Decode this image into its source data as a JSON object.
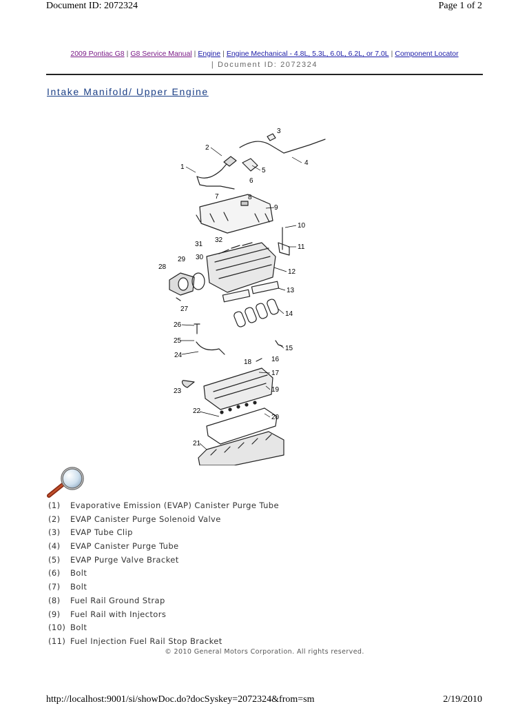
{
  "header": {
    "left": "Document ID: 2072324",
    "right": "Page 1 of 2"
  },
  "breadcrumb": {
    "items": [
      "2009 Pontiac G8",
      "G8 Service Manual",
      "Engine",
      "Engine Mechanical - 4.8L, 5.3L, 6.0L, 6.2L, or 7.0L",
      "Component Locator"
    ],
    "separator": "|",
    "document_id": "| Document ID: 2072324"
  },
  "title": "Intake Manifold/ Upper Engine",
  "callouts": [
    "1",
    "2",
    "3",
    "4",
    "5",
    "6",
    "7",
    "8",
    "9",
    "10",
    "11",
    "12",
    "13",
    "14",
    "15",
    "16",
    "17",
    "18",
    "19",
    "20",
    "21",
    "22",
    "23",
    "24",
    "25",
    "26",
    "27",
    "28",
    "29",
    "30",
    "31",
    "32"
  ],
  "legend": [
    {
      "num": "(1)",
      "text": "Evaporative Emission (EVAP) Canister Purge Tube"
    },
    {
      "num": "(2)",
      "text": "EVAP Canister Purge Solenoid Valve"
    },
    {
      "num": "(3)",
      "text": "EVAP Tube Clip"
    },
    {
      "num": "(4)",
      "text": "EVAP Canister Purge Tube"
    },
    {
      "num": "(5)",
      "text": "EVAP Purge Valve Bracket"
    },
    {
      "num": "(6)",
      "text": "Bolt"
    },
    {
      "num": "(7)",
      "text": "Bolt"
    },
    {
      "num": "(8)",
      "text": "Fuel Rail Ground Strap"
    },
    {
      "num": "(9)",
      "text": "Fuel Rail with Injectors"
    },
    {
      "num": "(10)",
      "text": "Bolt"
    },
    {
      "num": "(11)",
      "text": "Fuel Injection Fuel Rail Stop Bracket"
    }
  ],
  "copyright": "© 2010 General Motors Corporation.  All rights reserved.",
  "footer": {
    "url": "http://localhost:9001/si/showDoc.do?docSyskey=2072324&from=sm",
    "date": "2/19/2010"
  },
  "icons": {
    "zoom": "magnifier-icon"
  },
  "colors": {
    "link": "#7a1a86",
    "title": "#1b3f86"
  }
}
